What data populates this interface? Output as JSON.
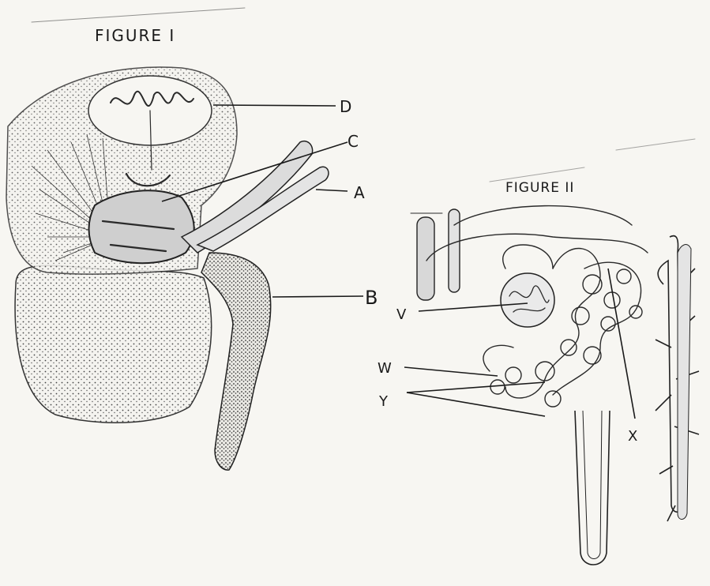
{
  "figures": {
    "figure1": {
      "title": "FIGURE I"
    },
    "figure2": {
      "title": "FIGURE II"
    }
  },
  "labels": {
    "A": "A",
    "B": "B",
    "C": "C",
    "D": "D",
    "V": "V",
    "W": "W",
    "X": "X",
    "Y": "Y"
  },
  "colors": {
    "ink": "#2a2a2a",
    "paper": "#f7f6f2"
  }
}
